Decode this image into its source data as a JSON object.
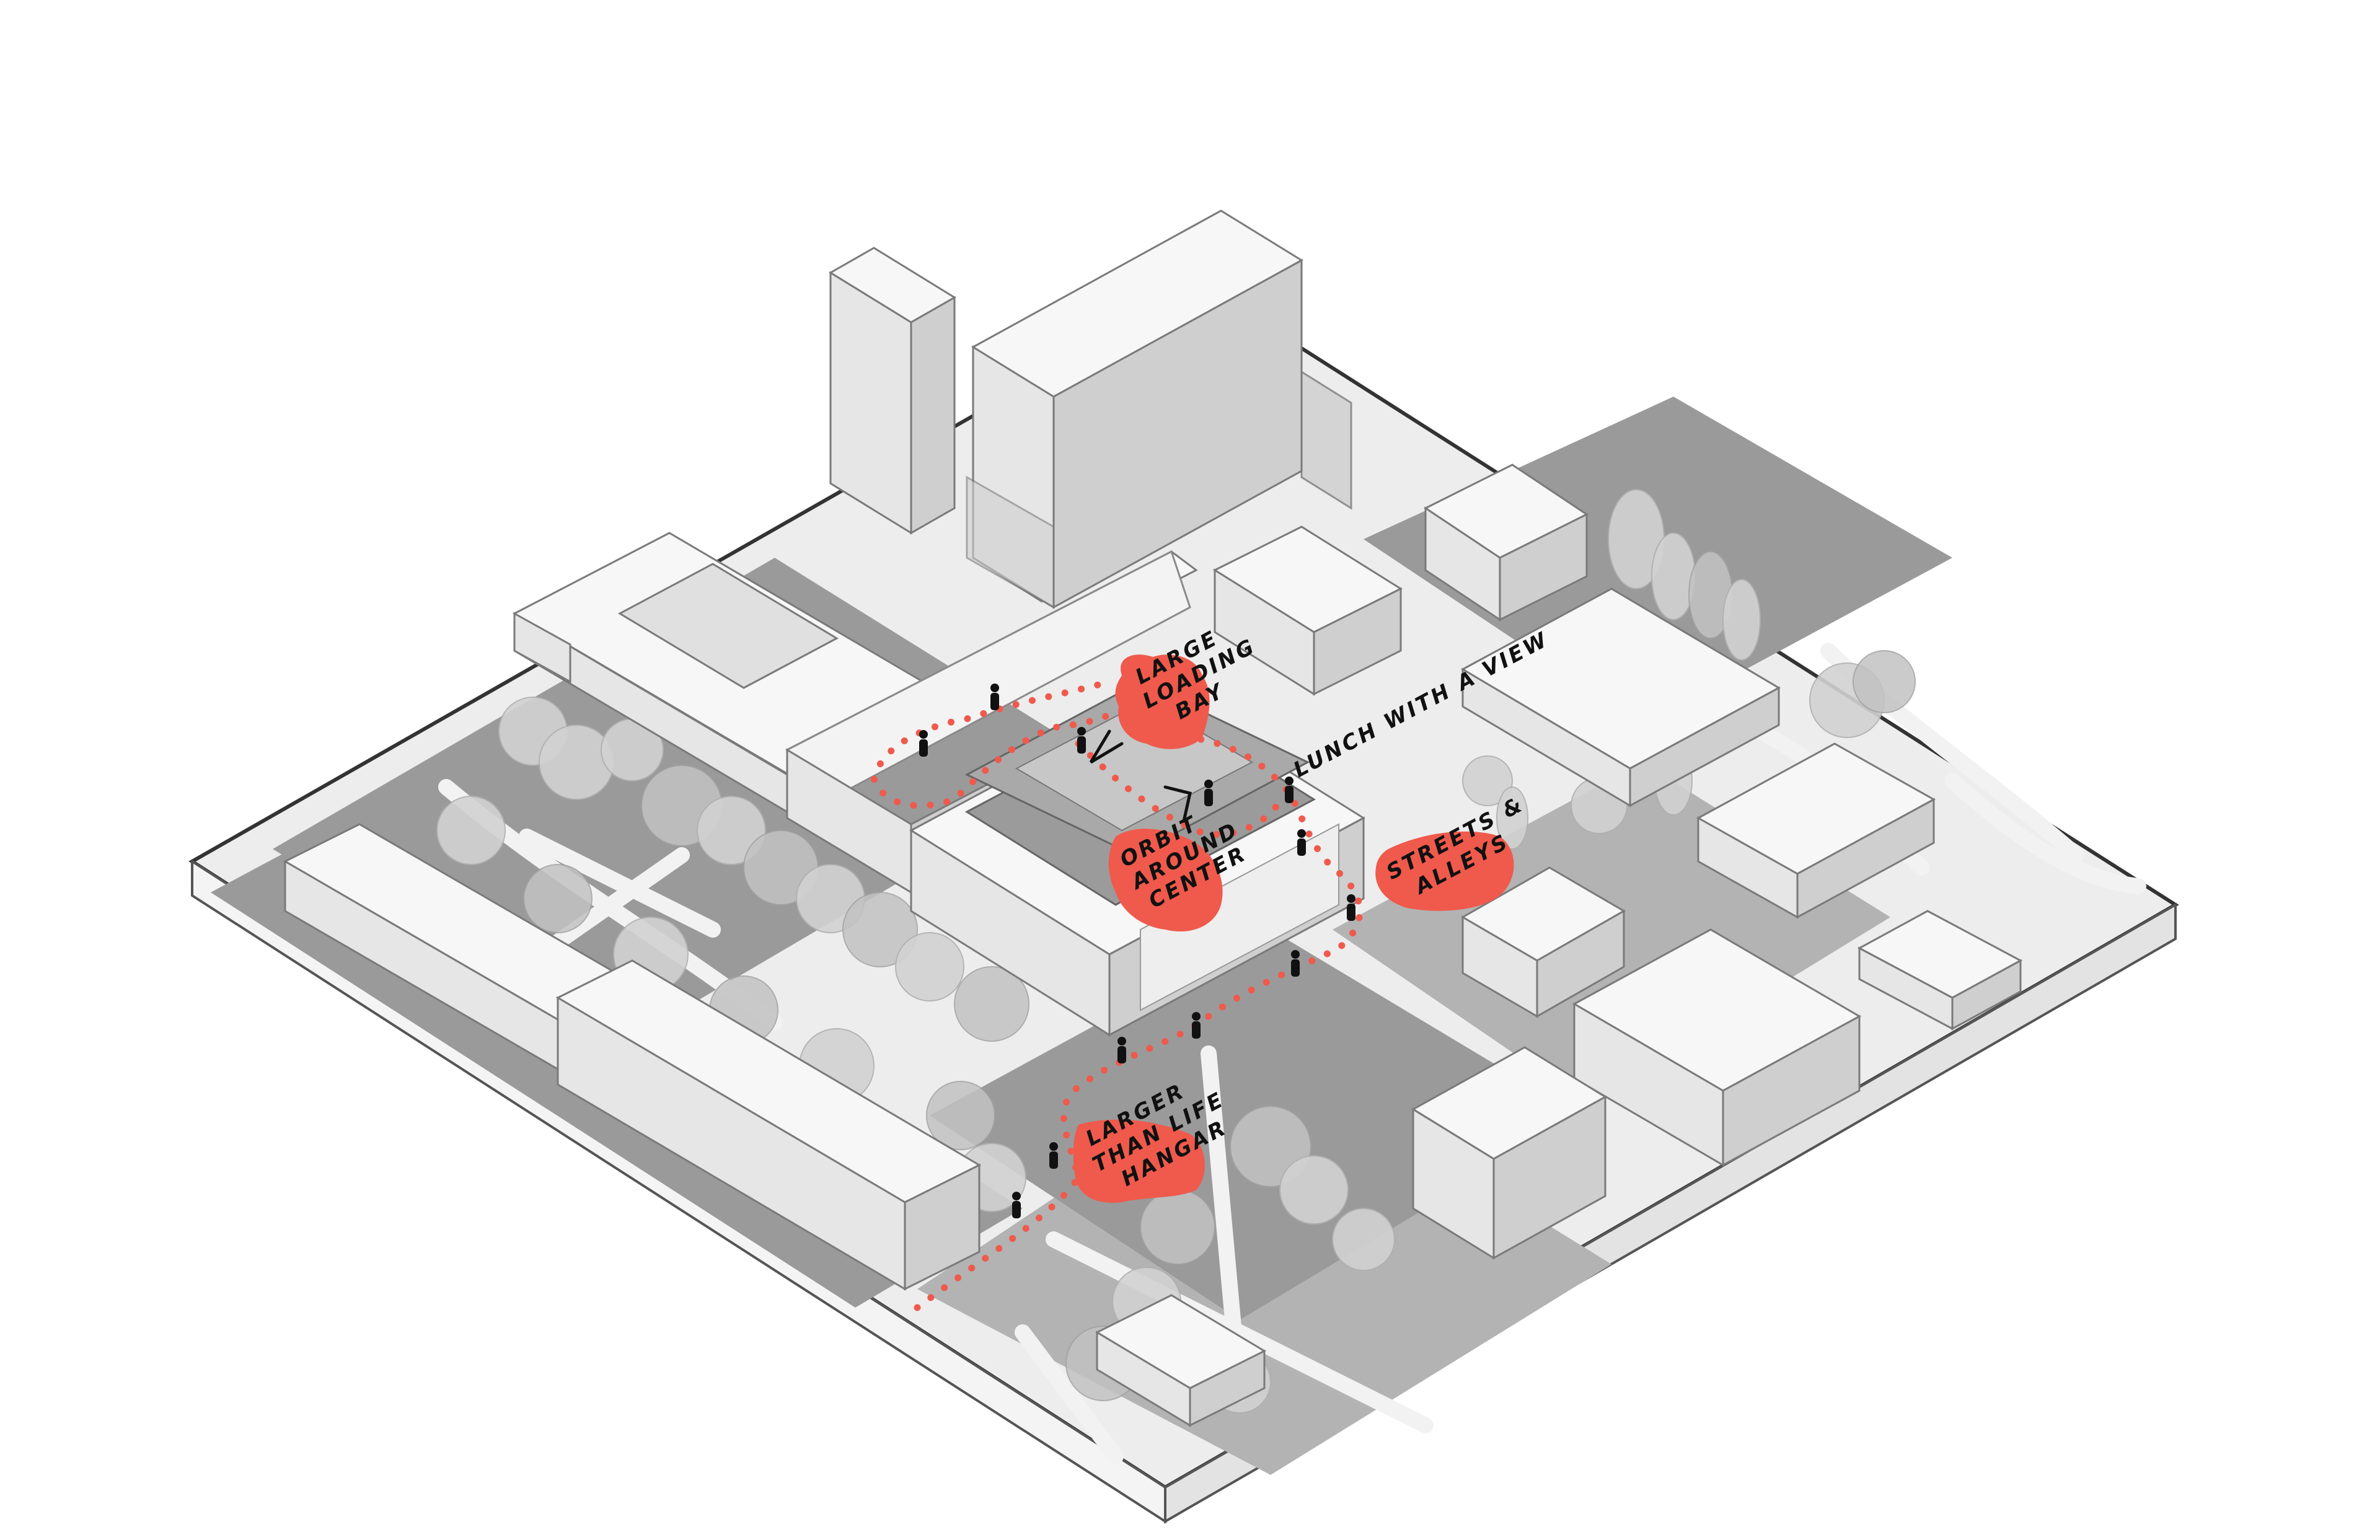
{
  "annotations": [
    {
      "id": "loading-bay",
      "lines": [
        "LARGE",
        "LOADING",
        "BAY"
      ]
    },
    {
      "id": "lunch-view",
      "lines": [
        "LUNCH WITH A VIEW"
      ]
    },
    {
      "id": "orbit-center",
      "lines": [
        "ORBIT",
        "AROUND",
        "CENTER"
      ]
    },
    {
      "id": "streets-alleys",
      "lines": [
        "STREETS &",
        "ALLEYS"
      ]
    },
    {
      "id": "hangar",
      "lines": [
        "LARGER",
        "THAN LIFE",
        "HANGAR"
      ]
    }
  ],
  "colors": {
    "accent": "#ef5a4c",
    "ink": "#111111",
    "building_top": "#f7f7f7",
    "building_side": "#e6e6e6",
    "building_shade": "#cfcfcf",
    "road": "#9a9a9a"
  }
}
